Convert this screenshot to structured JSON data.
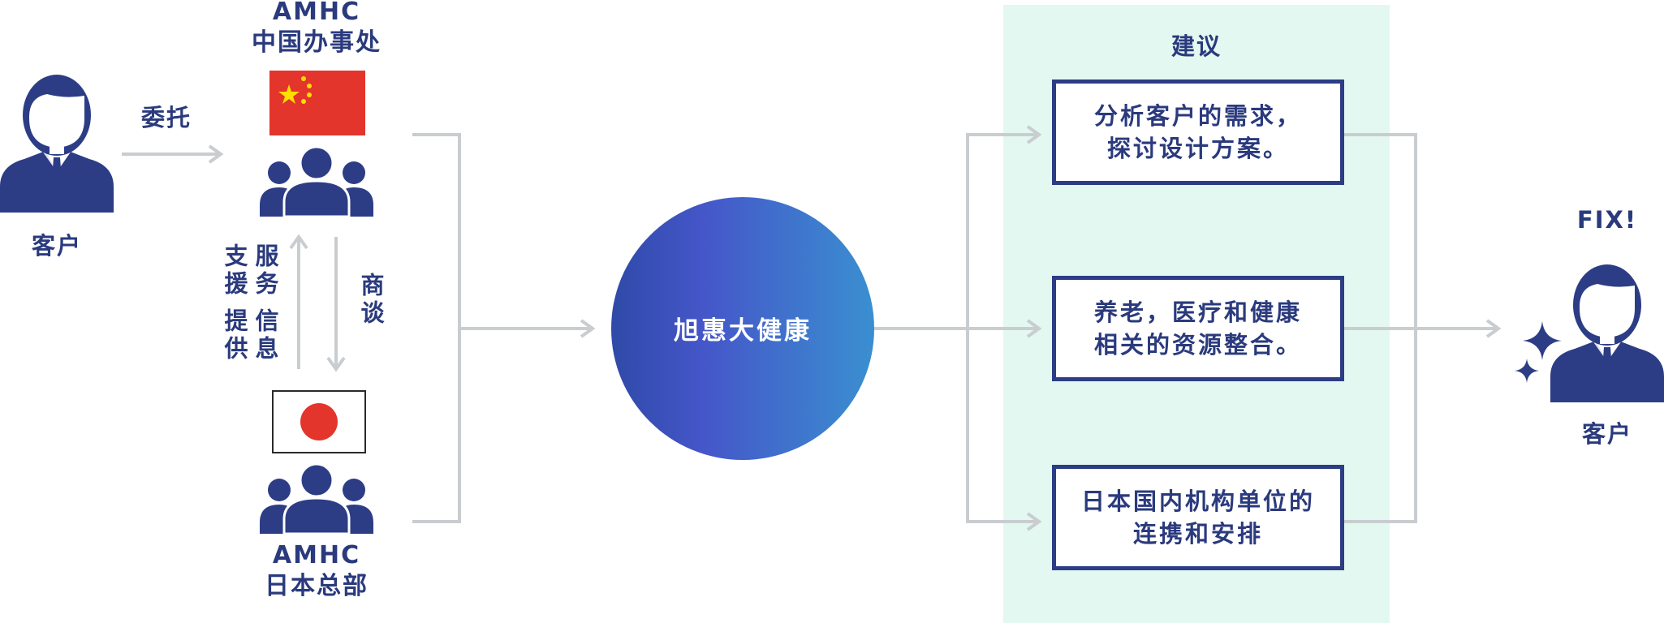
{
  "client_left": {
    "label": "客户"
  },
  "delegation_label": "委托",
  "china_office": {
    "line1": "AMHC",
    "line2": "中国办事处"
  },
  "japan_hq": {
    "line1": "AMHC",
    "line2": "日本总部"
  },
  "vertical_left_col1": "服务支援",
  "vertical_left_col2": "信息提供",
  "vertical_right": "商谈",
  "center": {
    "label": "旭惠大健康"
  },
  "advice": {
    "title": "建议",
    "items": [
      {
        "line1": "分析客户的需求，",
        "line2": "探讨设计方案。"
      },
      {
        "line1": "养老，医疗和健康",
        "line2": "相关的资源整合。"
      },
      {
        "line1": "日本国内机构单位的",
        "line2": "连携和安排"
      }
    ]
  },
  "client_right": {
    "label": "客户",
    "badge": "FIX!"
  },
  "colors": {
    "navy": "#2c3d86",
    "connector": "#c9cdd0",
    "advice_panel": "#e3f8f0",
    "china_red": "#e3352b",
    "star_yellow": "#ffde00",
    "circle_left": "#2f4aa8",
    "circle_mid": "#4556c9",
    "circle_right": "#3a8fd0"
  },
  "icons": [
    "person-icon",
    "people-group-icon",
    "china-flag-icon",
    "japan-flag-icon",
    "sparkle-icon"
  ]
}
